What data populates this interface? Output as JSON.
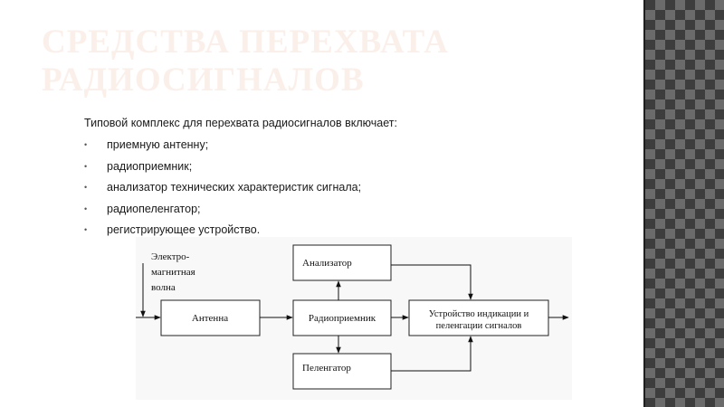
{
  "title": {
    "line1": "СРЕДСТВА ПЕРЕХВАТА",
    "line2": "РАДИОСИГНАЛОВ"
  },
  "intro": "Типовой комплекс для перехвата радиосигналов включает:",
  "bullet_symbol": "•",
  "bullets": [
    "приемную антенну;",
    "радиоприемник;",
    "анализатор технических характеристик сигнала;",
    "радиопеленгатор;",
    "регистрирующее устройство."
  ],
  "diagram": {
    "wave_label": [
      "Электро-",
      "магнитная",
      "волна"
    ],
    "antenna": "Антенна",
    "receiver": "Радиоприемник",
    "analyzer": "Анализатор",
    "direction_finder": "Пеленгатор",
    "indicator": [
      "Устройство индикации и",
      "пеленгации сигналов"
    ]
  }
}
